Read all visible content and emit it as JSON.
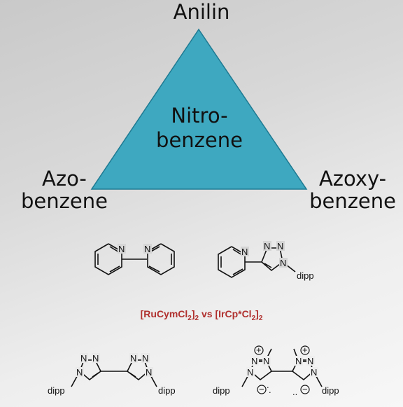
{
  "labels": {
    "top": "Anilin",
    "center_line1": "Nitro-",
    "center_line2": "benzene",
    "left_line1": "Azo-",
    "left_line2": "benzene",
    "right_line1": "Azoxy-",
    "right_line2": "benzene"
  },
  "colors": {
    "triangle_fill": "#3ea8c0",
    "triangle_stroke": "#1e7a92",
    "catalyst_text": "#b0302e"
  },
  "catalysts": {
    "ru_a": "[RuCymCl",
    "sub1": "2",
    "ru_b": "]",
    "sub2": "2",
    "vs": " vs ",
    "ir_a": "[IrCp*Cl",
    "sub3": "2",
    "ir_b": "]",
    "sub4": "2"
  },
  "atoms": {
    "N": "N",
    "dipp": "dipp",
    "plus": "+",
    "minus": "−",
    "lone_pair": "..",
    "lone_dot": "."
  }
}
